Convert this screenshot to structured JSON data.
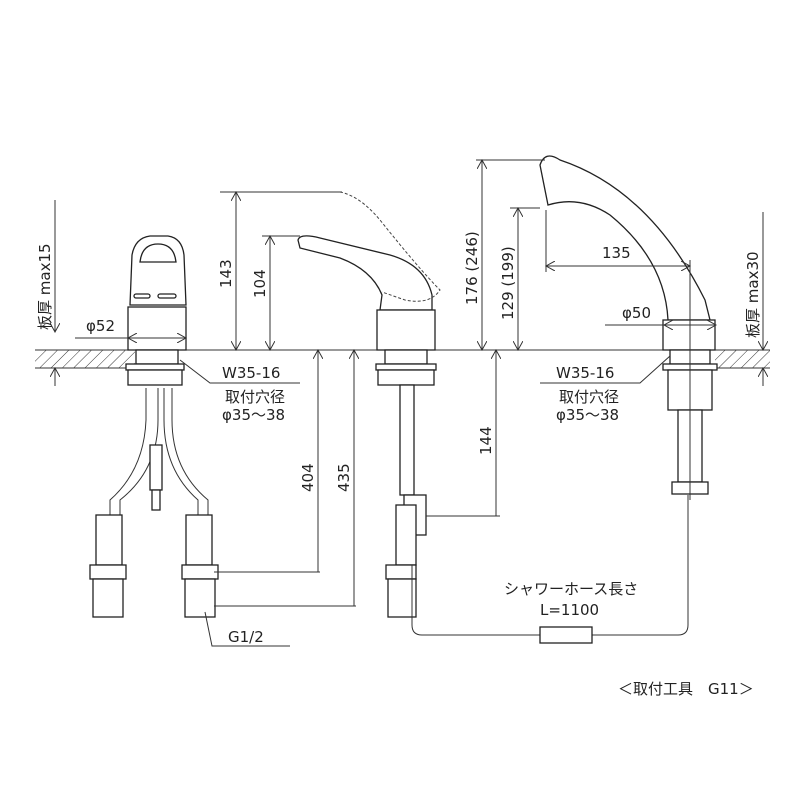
{
  "labels": {
    "plate_left": "板厚 max15",
    "phi52": "φ52",
    "w_left": "W35-16",
    "hole_left_1": "取付穴径",
    "hole_left_2": "φ35～38",
    "d143": "143",
    "d104": "104",
    "d404": "404",
    "d435": "435",
    "g12": "G1/2",
    "d144": "144",
    "d176": "176 (246)",
    "d129": "129 (199)",
    "d135": "135",
    "phi50": "φ50",
    "plate_right": "板厚 max30",
    "w_right": "W35-16",
    "hole_right_1": "取付穴径",
    "hole_right_2": "φ35～38",
    "hose_1": "シャワーホース長さ",
    "hose_2": "L=1100",
    "tool": "＜取付工具　G11＞"
  }
}
